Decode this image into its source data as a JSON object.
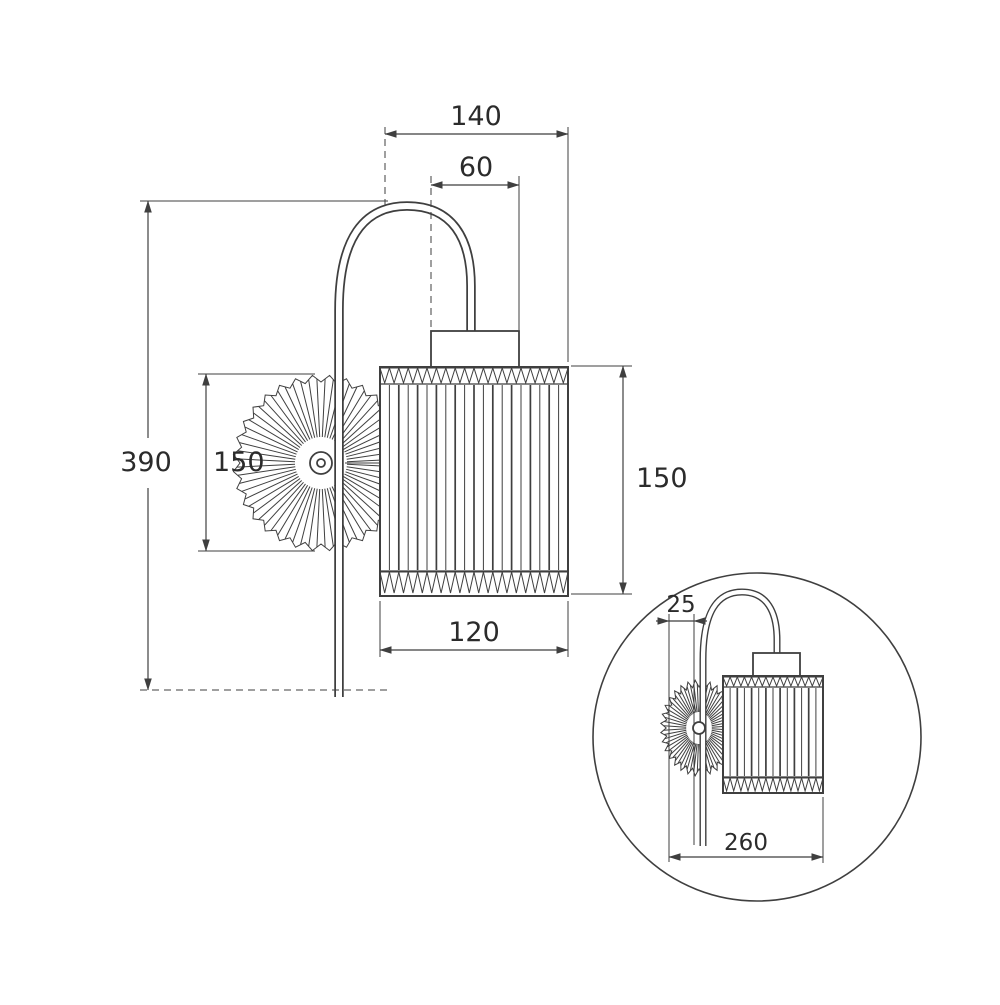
{
  "page": {
    "background": "#ffffff",
    "line_color": "#3f3f3f",
    "text_color": "#2b2b2b"
  },
  "diagram": {
    "type": "technical-dimension-drawing",
    "subject": "wall-sconce-lamp",
    "front_view": {
      "width_overall": "140",
      "cap_width": "60",
      "height_overall": "390",
      "backplate_diameter": "150",
      "shade_height": "150",
      "shade_diameter": "120"
    },
    "side_detail": {
      "plate_depth": "25",
      "projection": "260"
    }
  }
}
